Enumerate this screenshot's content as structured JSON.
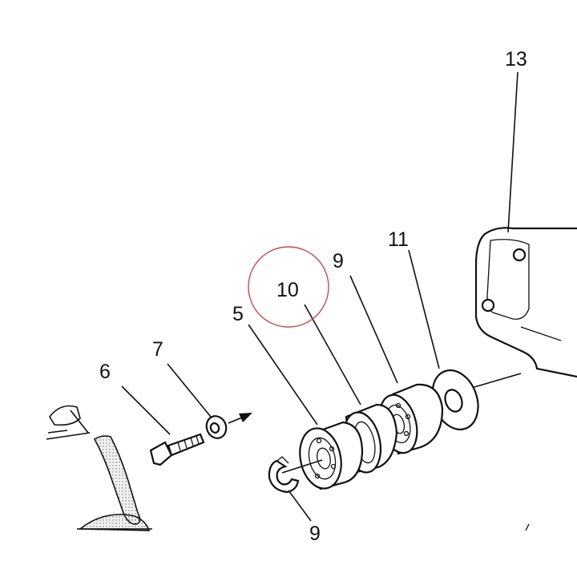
{
  "diagram": {
    "labels": {
      "part_13": "13",
      "part_11": "11",
      "part_10": "10",
      "part_9": "9",
      "part_5": "5",
      "part_7": "7",
      "part_6": "6",
      "part_8": "9"
    },
    "highlight_color": "#c8474f",
    "line_color": "#111111"
  }
}
